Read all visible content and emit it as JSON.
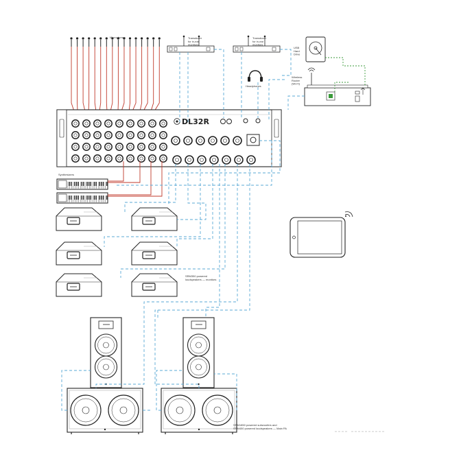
{
  "labels": {
    "microphones": "Microphones",
    "transducer_left": "Transducer\nfor in-ear\nmonitors",
    "transducer_right": "Transducer\nfor in-ear\nmonitors",
    "usb_drive": "USB\nHard\nDrive",
    "headphones": "Headphones",
    "wireless_router": "Wireless\nRouter\n(Wi-Fi)",
    "synthesizers": "Synthesizers",
    "brand": "DL32R",
    "monitor_caption": "SRM350 powered\nloudspeakers — monitors",
    "main_caption": "SRM1850 powered subwoofers and\nSRM450 powered loudspeakers — Main PA"
  },
  "colors": {
    "line": "#222222",
    "mic_cable": "#c0392b",
    "digital_link": "#5aa9d6",
    "usb_link": "#3a9a3a"
  },
  "icons": {
    "headphones": "headphones-icon",
    "tablet": "tablet-icon",
    "wifi": "wifi-icon",
    "usb": "usb-icon"
  }
}
